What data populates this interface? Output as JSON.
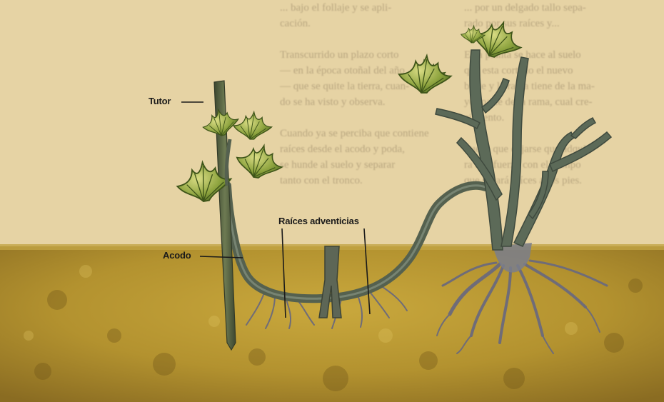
{
  "diagram": {
    "labels": {
      "tutor": "Tutor",
      "raices": "Raíces adventicias",
      "acodo": "Acodo"
    },
    "background_text": {
      "left_column": [
        "... bajo el follaje y se apli-",
        "cación.",
        "",
        "Transcurrido un plazo corto",
        "— en la época otoñal del año",
        "— que se quite la tierra, cuan-",
        "do se ha visto y observa.",
        "",
        "Cuando ya se perciba que contiene",
        "raíces desde el acodo y poda,",
        "se hunde al suelo y separar",
        "tanto con el tronco.",
        "",
        ""
      ],
      "right_column": [
        "... por un delgado tallo sepa-",
        "rado por sus raíces y...",
        "",
        "Esta planta se hace al suelo",
        "que esta cortado el nuevo",
        "brote y la rama tiene de la ma-",
        "yor parte de la rama, cual cre-",
        "cimiento.",
        "",
        "Puede que dejarse que adquie-",
        "ra una fuerza con el tiempo",
        "que sacará raíces a los pies.",
        "",
        ""
      ]
    },
    "colors": {
      "paper": "#e6d3a4",
      "soil": "#b3922f",
      "soil_dark": "#8e7024",
      "stem": "#5c6a58",
      "roots": "#6f6c78",
      "leaf": "#6f8a2e",
      "leaf_light": "#c6cf74",
      "stake": "#4d5a3c"
    }
  }
}
